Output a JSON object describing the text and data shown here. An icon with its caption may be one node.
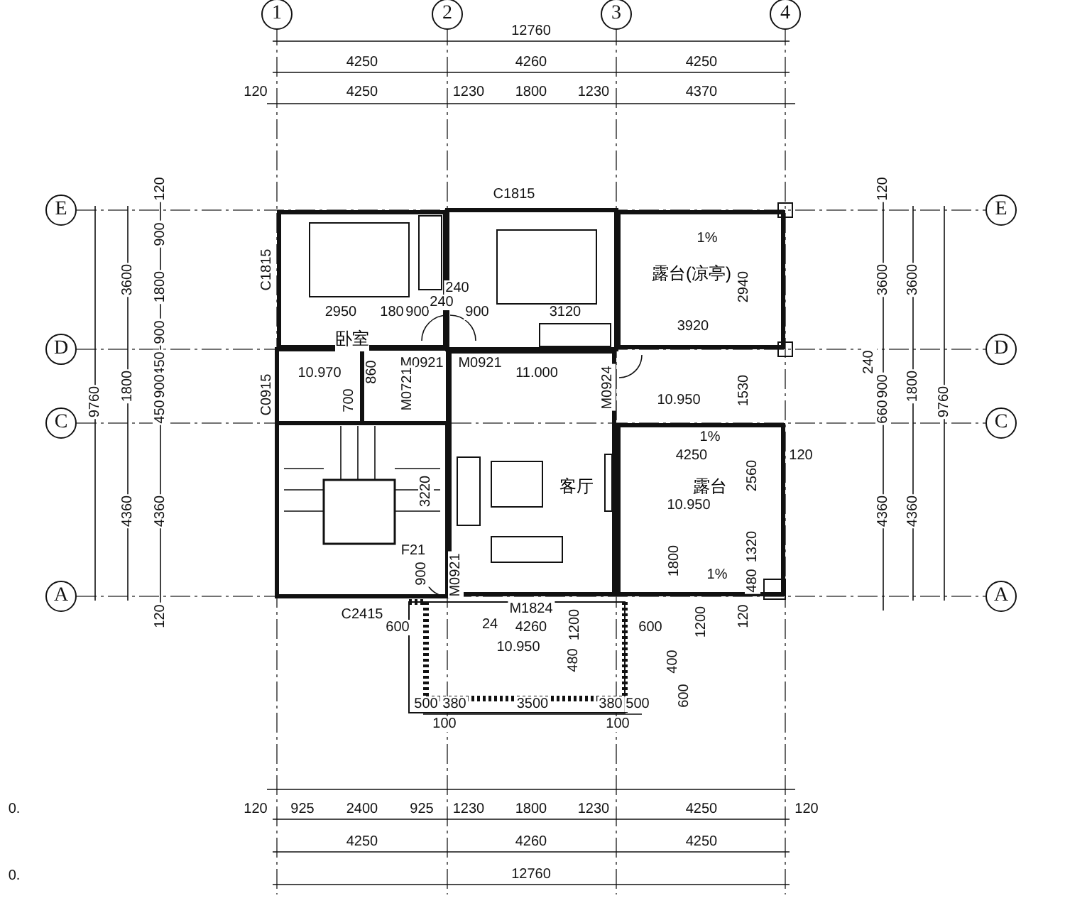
{
  "diagram": {
    "nodes": [
      {
        "text": [
          "卧室"
        ]
      },
      {
        "text": [
          "露台(凉亭)"
        ]
      },
      {
        "text": [
          "客厅"
        ]
      },
      {
        "text": [
          "露台"
        ]
      }
    ],
    "labels": [
      "1",
      "2",
      "3",
      "4",
      "12760",
      "4250",
      "4260",
      "4250",
      "120",
      "4250",
      "1230",
      "1800",
      "1230",
      "4370",
      "E",
      "120",
      "900",
      "3600",
      "1800",
      "900",
      "D",
      "450",
      "1800",
      "900",
      "9760",
      "450",
      "C",
      "4360",
      "4360",
      "A",
      "120",
      "E",
      "120",
      "3600",
      "3600",
      "D",
      "240",
      "900",
      "1800",
      "660",
      "9760",
      "C",
      "4360",
      "4360",
      "A",
      "C1815",
      "C1815",
      "2950",
      "180",
      "900",
      "240",
      "240",
      "900",
      "3120",
      "1%",
      "2940",
      "3920",
      "M0921",
      "M0921",
      "10.970",
      "860",
      "C0915",
      "700",
      "M0721",
      "11.000",
      "M0924",
      "10.950",
      "1530",
      "1%",
      "4250",
      "120",
      "2560",
      "10.950",
      "3220",
      "1320",
      "F21",
      "1800",
      "1%",
      "900",
      "M0921",
      "480",
      "C2415",
      "M1824",
      "120",
      "600",
      "24",
      "4260",
      "1200",
      "1200",
      "600",
      "10.950",
      "480",
      "400",
      "600",
      "500",
      "380",
      "3500",
      "380",
      "500",
      "100",
      "100",
      "120",
      "925",
      "2400",
      "925",
      "1230",
      "1800",
      "1230",
      "4250",
      "120",
      "4250",
      "4260",
      "4250",
      "12760",
      "0.",
      "0."
    ]
  }
}
